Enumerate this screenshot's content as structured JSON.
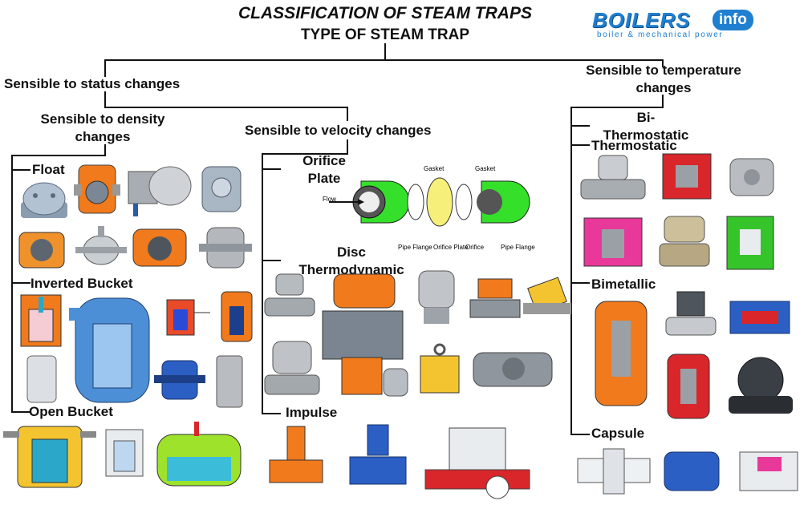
{
  "header": {
    "title": "CLASSIFICATION OF STEAM TRAPS",
    "subtitle": "TYPE OF STEAM TRAP"
  },
  "logo": {
    "name_main": "BOILERS",
    "name_badge": "info",
    "tagline": "boiler & mechanical power"
  },
  "branches": {
    "status": "Sensible to status changes",
    "temperature": "Sensible to temperature changes",
    "density": "Sensible to density changes",
    "velocity": "Sensible to velocity changes"
  },
  "types": {
    "float": "Float",
    "inverted_bucket": "Inverted Bucket",
    "open_bucket": "Open Bucket",
    "orifice_plate": "Orifice Plate",
    "disc": "Disc Thermodynamic",
    "impulse": "Impulse",
    "bi_thermostatic": "Bi-Thermostatic",
    "thermostatic": "Thermostatic",
    "bimetallic": "Bimetallic",
    "capsule": "Capsule"
  },
  "orifice_diagram": {
    "flow": "Flow",
    "gasket_left": "Gasket",
    "gasket_right": "Gasket",
    "pipe_flange_left": "Pipe Flange",
    "orifice_plate": "Orifice Plate",
    "orifice": "Orifice",
    "pipe_flange_right": "Pipe Flange"
  },
  "colors": {
    "flange": "#35e02a",
    "plate": "#f6f07a",
    "accent_orange": "#f07a1c",
    "steel": "#9aa0a6",
    "blue": "#2c5fc4",
    "red": "#d8262b",
    "logo_blue": "#1f7fd0"
  }
}
